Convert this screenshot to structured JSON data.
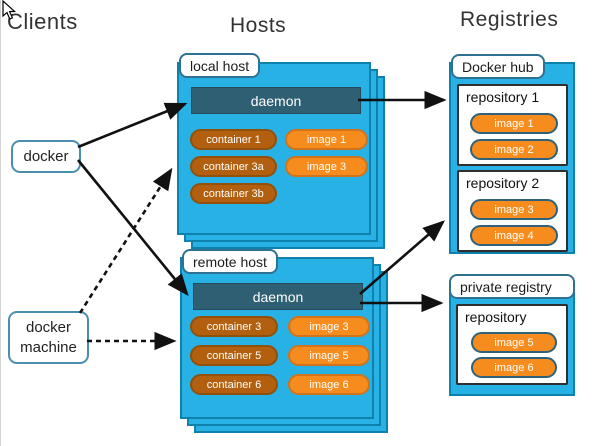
{
  "headers": {
    "clients": "Clients",
    "hosts": "Hosts",
    "registries": "Registries"
  },
  "clients": {
    "docker": {
      "label": "docker"
    },
    "docker_machine": {
      "label": "docker machine"
    }
  },
  "hosts": [
    {
      "label": "local host",
      "daemon": "daemon",
      "containers": [
        "container 1",
        "container 3a",
        "container 3b"
      ],
      "images": [
        "image 1",
        "image 3"
      ]
    },
    {
      "label": "remote host",
      "daemon": "daemon",
      "containers": [
        "container 3",
        "container 5",
        "container 6"
      ],
      "images": [
        "image 3",
        "image 5",
        "image 6"
      ]
    }
  ],
  "registries": [
    {
      "label": "Docker hub",
      "repositories": [
        {
          "name": "repository 1",
          "images": [
            "image 1",
            "image 2"
          ]
        },
        {
          "name": "repository 2",
          "images": [
            "image 3",
            "image 4"
          ]
        }
      ]
    },
    {
      "label": "private registry",
      "repositories": [
        {
          "name": "repository",
          "images": [
            "image 5",
            "image 6"
          ]
        }
      ]
    }
  ],
  "edges": [
    {
      "from": "docker",
      "to": "local host daemon",
      "style": "solid"
    },
    {
      "from": "docker",
      "to": "remote host daemon",
      "style": "solid"
    },
    {
      "from": "docker machine",
      "to": "local host",
      "style": "dashed"
    },
    {
      "from": "docker machine",
      "to": "remote host",
      "style": "dashed"
    },
    {
      "from": "local host daemon",
      "to": "Docker hub repository 1",
      "style": "solid"
    },
    {
      "from": "remote host daemon",
      "to": "Docker hub repository 2",
      "style": "solid"
    },
    {
      "from": "remote host daemon",
      "to": "private registry",
      "style": "solid"
    }
  ],
  "colors": {
    "host_fill": "#27b1e5",
    "host_border": "#0e81ad",
    "daemon_fill": "#2e5f72",
    "container_fill": "#b2600f",
    "image_fill": "#f78c1e",
    "label_border": "#2e7191",
    "arrow": "#111111"
  }
}
